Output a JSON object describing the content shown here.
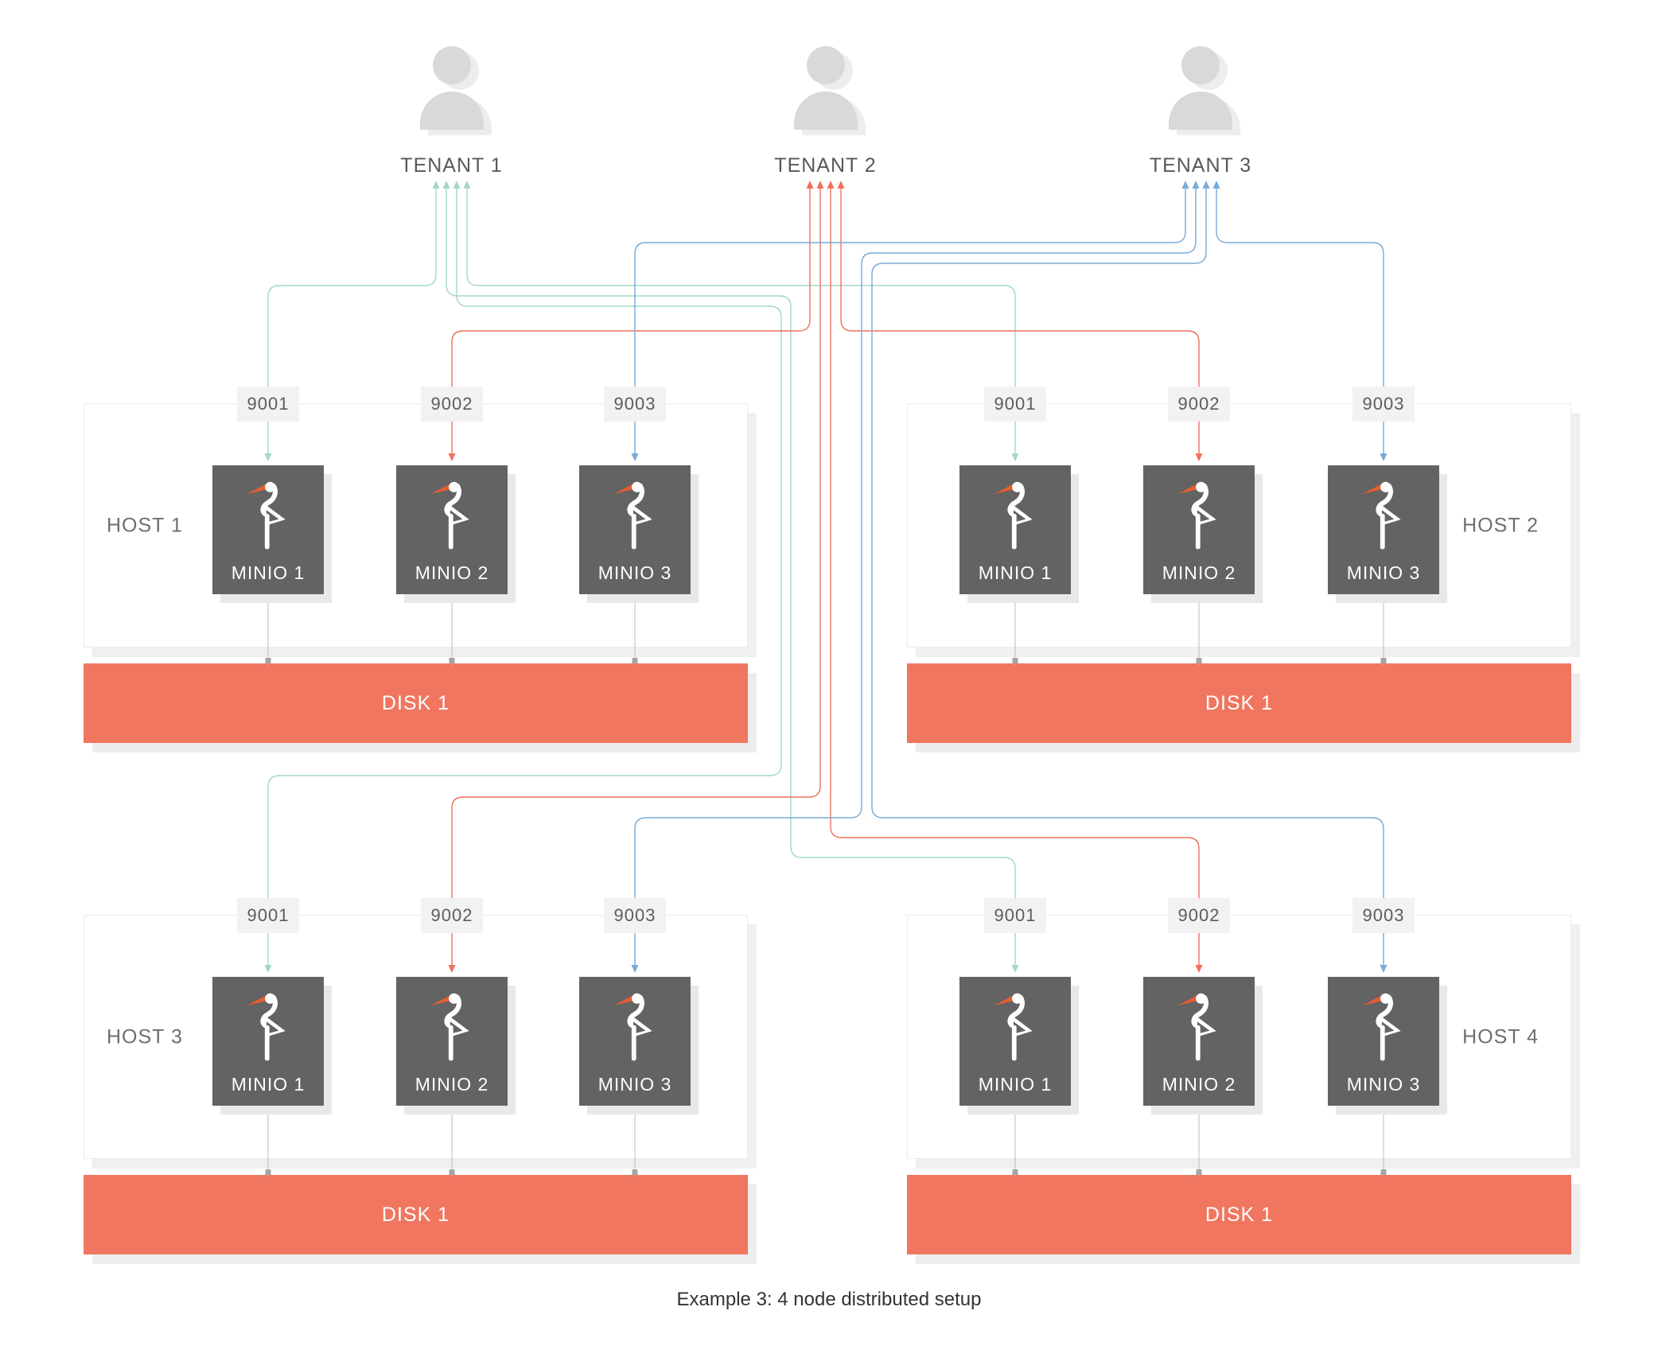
{
  "tenants": [
    {
      "label": "TENANT 1",
      "color": "#a3d8c5"
    },
    {
      "label": "TENANT 2",
      "color": "#f0705c"
    },
    {
      "label": "TENANT 3",
      "color": "#78abd8"
    }
  ],
  "hosts": [
    {
      "label": "HOST 1",
      "label_side": "left",
      "ports": [
        "9001",
        "9002",
        "9003"
      ],
      "nodes": [
        "MINIO 1",
        "MINIO 2",
        "MINIO 3"
      ],
      "disk": "DISK 1"
    },
    {
      "label": "HOST 2",
      "label_side": "right",
      "ports": [
        "9001",
        "9002",
        "9003"
      ],
      "nodes": [
        "MINIO 1",
        "MINIO 2",
        "MINIO 3"
      ],
      "disk": "DISK 1"
    },
    {
      "label": "HOST 3",
      "label_side": "left",
      "ports": [
        "9001",
        "9002",
        "9003"
      ],
      "nodes": [
        "MINIO 1",
        "MINIO 2",
        "MINIO 3"
      ],
      "disk": "DISK 1"
    },
    {
      "label": "HOST 4",
      "label_side": "right",
      "ports": [
        "9001",
        "9002",
        "9003"
      ],
      "nodes": [
        "MINIO 1",
        "MINIO 2",
        "MINIO 3"
      ],
      "disk": "DISK 1"
    }
  ],
  "connections": [
    {
      "from": "TENANT 1",
      "to": "HOST 1",
      "port": "9001"
    },
    {
      "from": "TENANT 1",
      "to": "HOST 2",
      "port": "9001"
    },
    {
      "from": "TENANT 1",
      "to": "HOST 3",
      "port": "9001"
    },
    {
      "from": "TENANT 1",
      "to": "HOST 4",
      "port": "9001"
    },
    {
      "from": "TENANT 2",
      "to": "HOST 1",
      "port": "9002"
    },
    {
      "from": "TENANT 2",
      "to": "HOST 2",
      "port": "9002"
    },
    {
      "from": "TENANT 2",
      "to": "HOST 3",
      "port": "9002"
    },
    {
      "from": "TENANT 2",
      "to": "HOST 4",
      "port": "9002"
    },
    {
      "from": "TENANT 3",
      "to": "HOST 1",
      "port": "9003"
    },
    {
      "from": "TENANT 3",
      "to": "HOST 2",
      "port": "9003"
    },
    {
      "from": "TENANT 3",
      "to": "HOST 3",
      "port": "9003"
    },
    {
      "from": "TENANT 3",
      "to": "HOST 4",
      "port": "9003"
    }
  ],
  "caption": "Example 3: 4 node distributed setup",
  "colors": {
    "wire_tenant1": "#a3d8c5",
    "wire_tenant2": "#f0705c",
    "wire_tenant3": "#78abd8",
    "disk": "#f0765f",
    "minio_box": "#636363",
    "minio_beak": "#e85c31",
    "port_box": "#f2f2f2",
    "drop_line": "#bcbcbc"
  }
}
